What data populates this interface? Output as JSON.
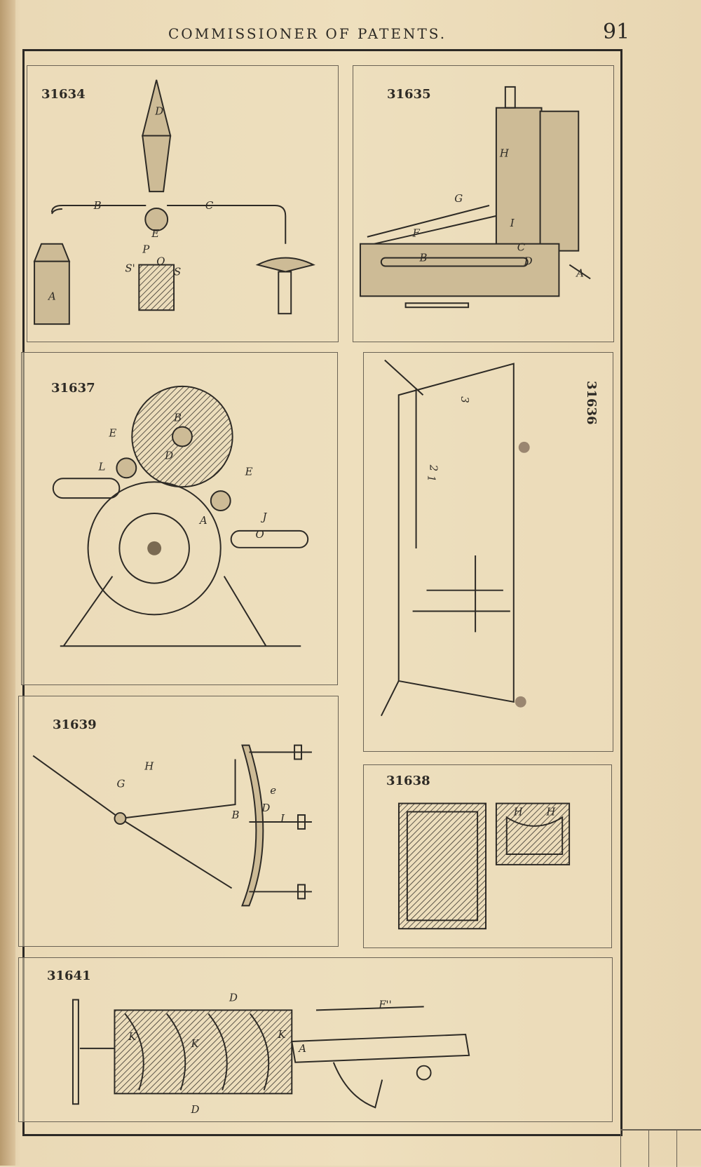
{
  "header": {
    "title": "COMMISSIONER OF PATENTS.",
    "page_number": "91"
  },
  "panels": [
    {
      "number": "31634",
      "labels": [
        "D",
        "B",
        "C",
        "E",
        "P",
        "O",
        "S'",
        "S",
        "A"
      ]
    },
    {
      "number": "31635",
      "labels": [
        "H",
        "G",
        "F",
        "I",
        "C",
        "B",
        "D",
        "A"
      ]
    },
    {
      "number": "31637",
      "labels": [
        "B",
        "E",
        "D",
        "L",
        "E",
        "J",
        "A",
        "O"
      ]
    },
    {
      "number": "31636",
      "labels": [
        "3",
        "2",
        "1"
      ]
    },
    {
      "number": "31639",
      "labels": [
        "H",
        "G",
        "e",
        "D",
        "B",
        "I"
      ]
    },
    {
      "number": "31638",
      "labels": [
        "H",
        "H"
      ]
    },
    {
      "number": "31641",
      "labels": [
        "D",
        "F''",
        "K",
        "K",
        "K",
        "A",
        "D"
      ]
    }
  ],
  "colors": {
    "paper": "#eedfbd",
    "ink": "#2d2a25"
  }
}
